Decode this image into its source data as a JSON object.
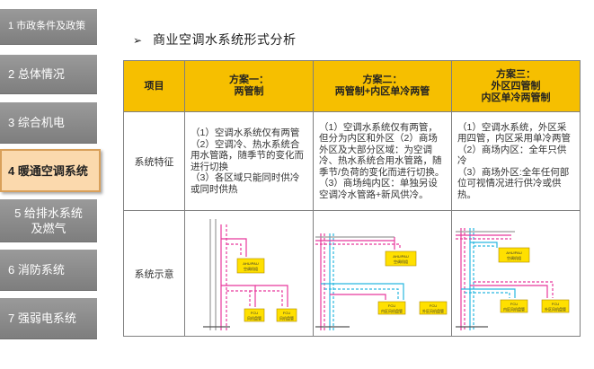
{
  "sidebar": {
    "items": [
      {
        "label": "1 市政条件及政策"
      },
      {
        "label": "2 总体情况"
      },
      {
        "label": "3 综合机电"
      },
      {
        "label": "4 暖通空调系统"
      },
      {
        "label": "5 给排水系统",
        "label2": "及燃气"
      },
      {
        "label": "6 消防系统"
      },
      {
        "label": "7 强弱电系统"
      }
    ]
  },
  "main": {
    "arrow": "➢",
    "title": "商业空调水系统形式分析",
    "table": {
      "header": {
        "item": "项目",
        "plan1": [
          "方案一：",
          "两管制"
        ],
        "plan2": [
          "方案二：",
          "两管制+内区单冷两管"
        ],
        "plan3": [
          "方案三：",
          "外区四管制",
          "内区单冷两管制"
        ]
      },
      "row1": {
        "label": "系统特征",
        "plan1": [
          "（1）空调水系统仅有两管",
          "（2）空调冷、热水系统合用水管路，随季节的变化而进行切换",
          "（3）各区域只能同时供冷或同时供热"
        ],
        "plan2": [
          "（1）空调水系统仅有两管，但分为内区和外区（2）商场外区及大部分区域：为空调冷、热水系统合用水管路，随季节/负荷的变化而进行切换。（3）商场纯内区：单独另设空调冷水管路+新风供冷。"
        ],
        "plan3": [
          "（1）空调水系统，外区采用四管，内区采用单冷两管",
          "（2）商场内区：全年只供冷",
          "（3）商场外区:全年任何部位可视情况进行供冷或供热。"
        ]
      },
      "row2": {
        "label": "系统示意",
        "diagram_labels": {
          "ahu": "AHU/PAU",
          "ahu_sub": "空调机组",
          "fcu": "FCU",
          "fcu_sub": "风机盘管",
          "fcu_inner": "内区风机盘管",
          "fcu_outer": "外区风机盘管"
        }
      }
    }
  },
  "colors": {
    "header_yellow": "#f6bf00",
    "pipe_pink": "#e8389c",
    "pipe_cyan": "#29b8e0",
    "pipe_gray": "#9a9a9a",
    "box_yellow": "#ffe000"
  }
}
